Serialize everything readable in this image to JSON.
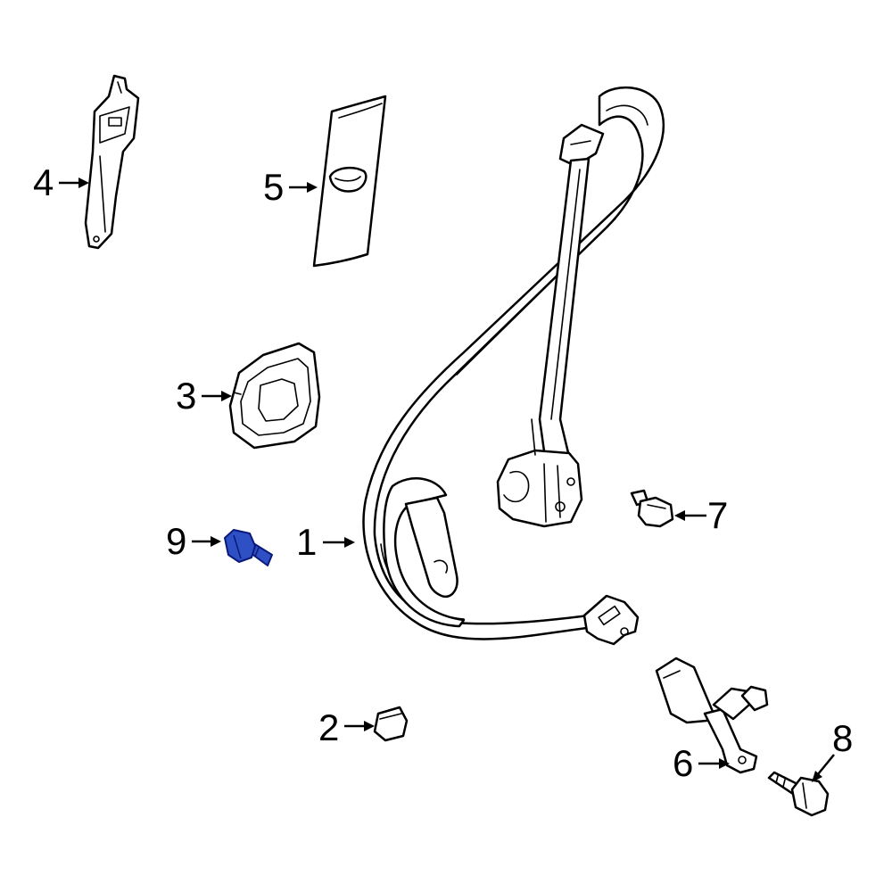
{
  "callouts": {
    "c1": "1",
    "c2": "2",
    "c3": "3",
    "c4": "4",
    "c5": "5",
    "c6": "6",
    "c7": "7",
    "c8": "8",
    "c9": "9"
  },
  "colors": {
    "line": "#000000",
    "background": "#ffffff",
    "highlight_fill": "#2f4fc4",
    "highlight_stroke": "#0a1a7a"
  },
  "highlighted_part": "9"
}
